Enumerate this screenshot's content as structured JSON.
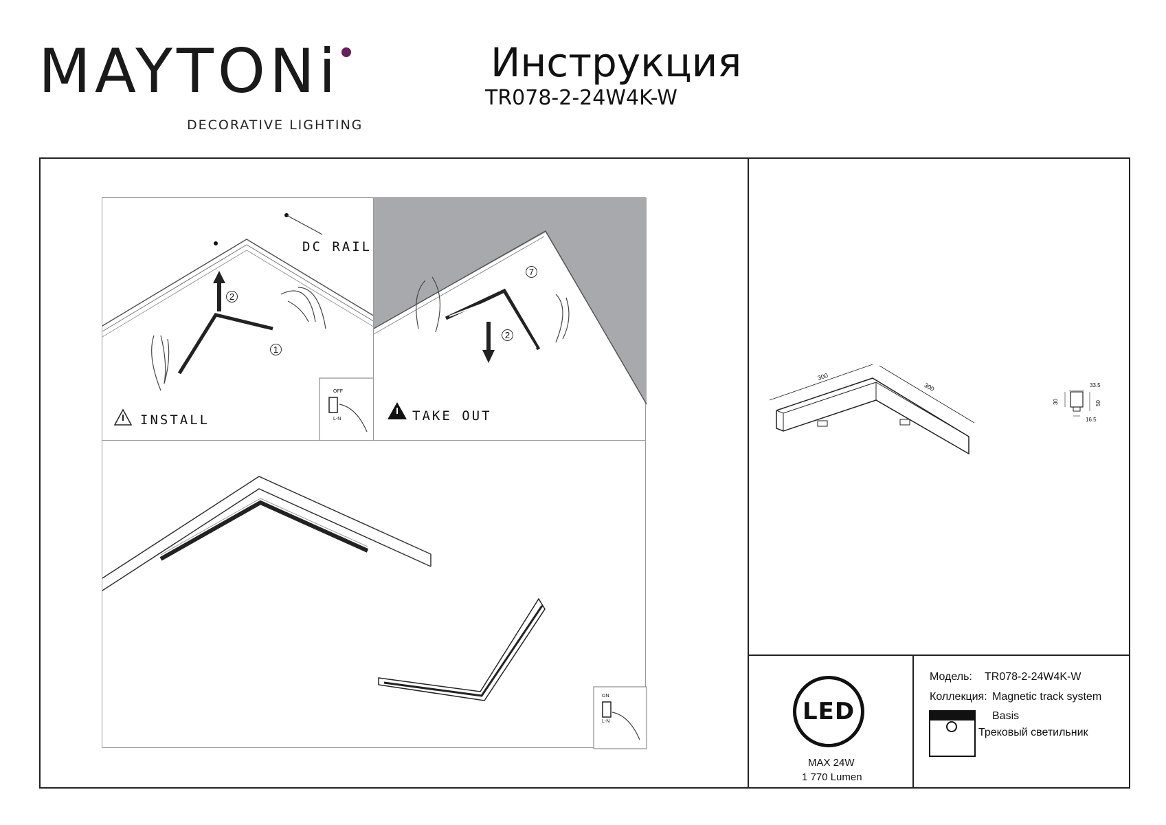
{
  "header": {
    "brand": "MAYTONi",
    "brand_subtitle": "DECORATIVE LIGHTING",
    "title": "Инструкция",
    "model": "TR078-2-24W4K-W"
  },
  "install_panel": {
    "rail_label": "DC RAIL",
    "action_label": "INSTALL",
    "step_1": "1",
    "step_2": "2",
    "switch_off": "OFF",
    "switch_on": "L-N"
  },
  "takeout_panel": {
    "action_label": "TAKE OUT",
    "step_1": "7",
    "step_2": "2"
  },
  "bottom_panel": {
    "switch_on": "ON",
    "switch_ln": "L-N"
  },
  "dimensions": {
    "length_a": "300",
    "length_b": "300",
    "width": "33.5",
    "height": "50",
    "depth": "30",
    "base": "16.5"
  },
  "specs": {
    "led_badge": "LED",
    "max_power": "MAX 24W",
    "lumen": "1 770 Lumen"
  },
  "info": {
    "model_label": "Модель:",
    "model_value": "TR078-2-24W4K-W",
    "collection_label": "Коллекция:",
    "collection_value": "Magnetic track system",
    "collection_sub": "Basis",
    "type": "Трековый светильник"
  },
  "colors": {
    "logo_accent": "#6a1e5a",
    "ceiling_gray": "#a7a9ac"
  }
}
